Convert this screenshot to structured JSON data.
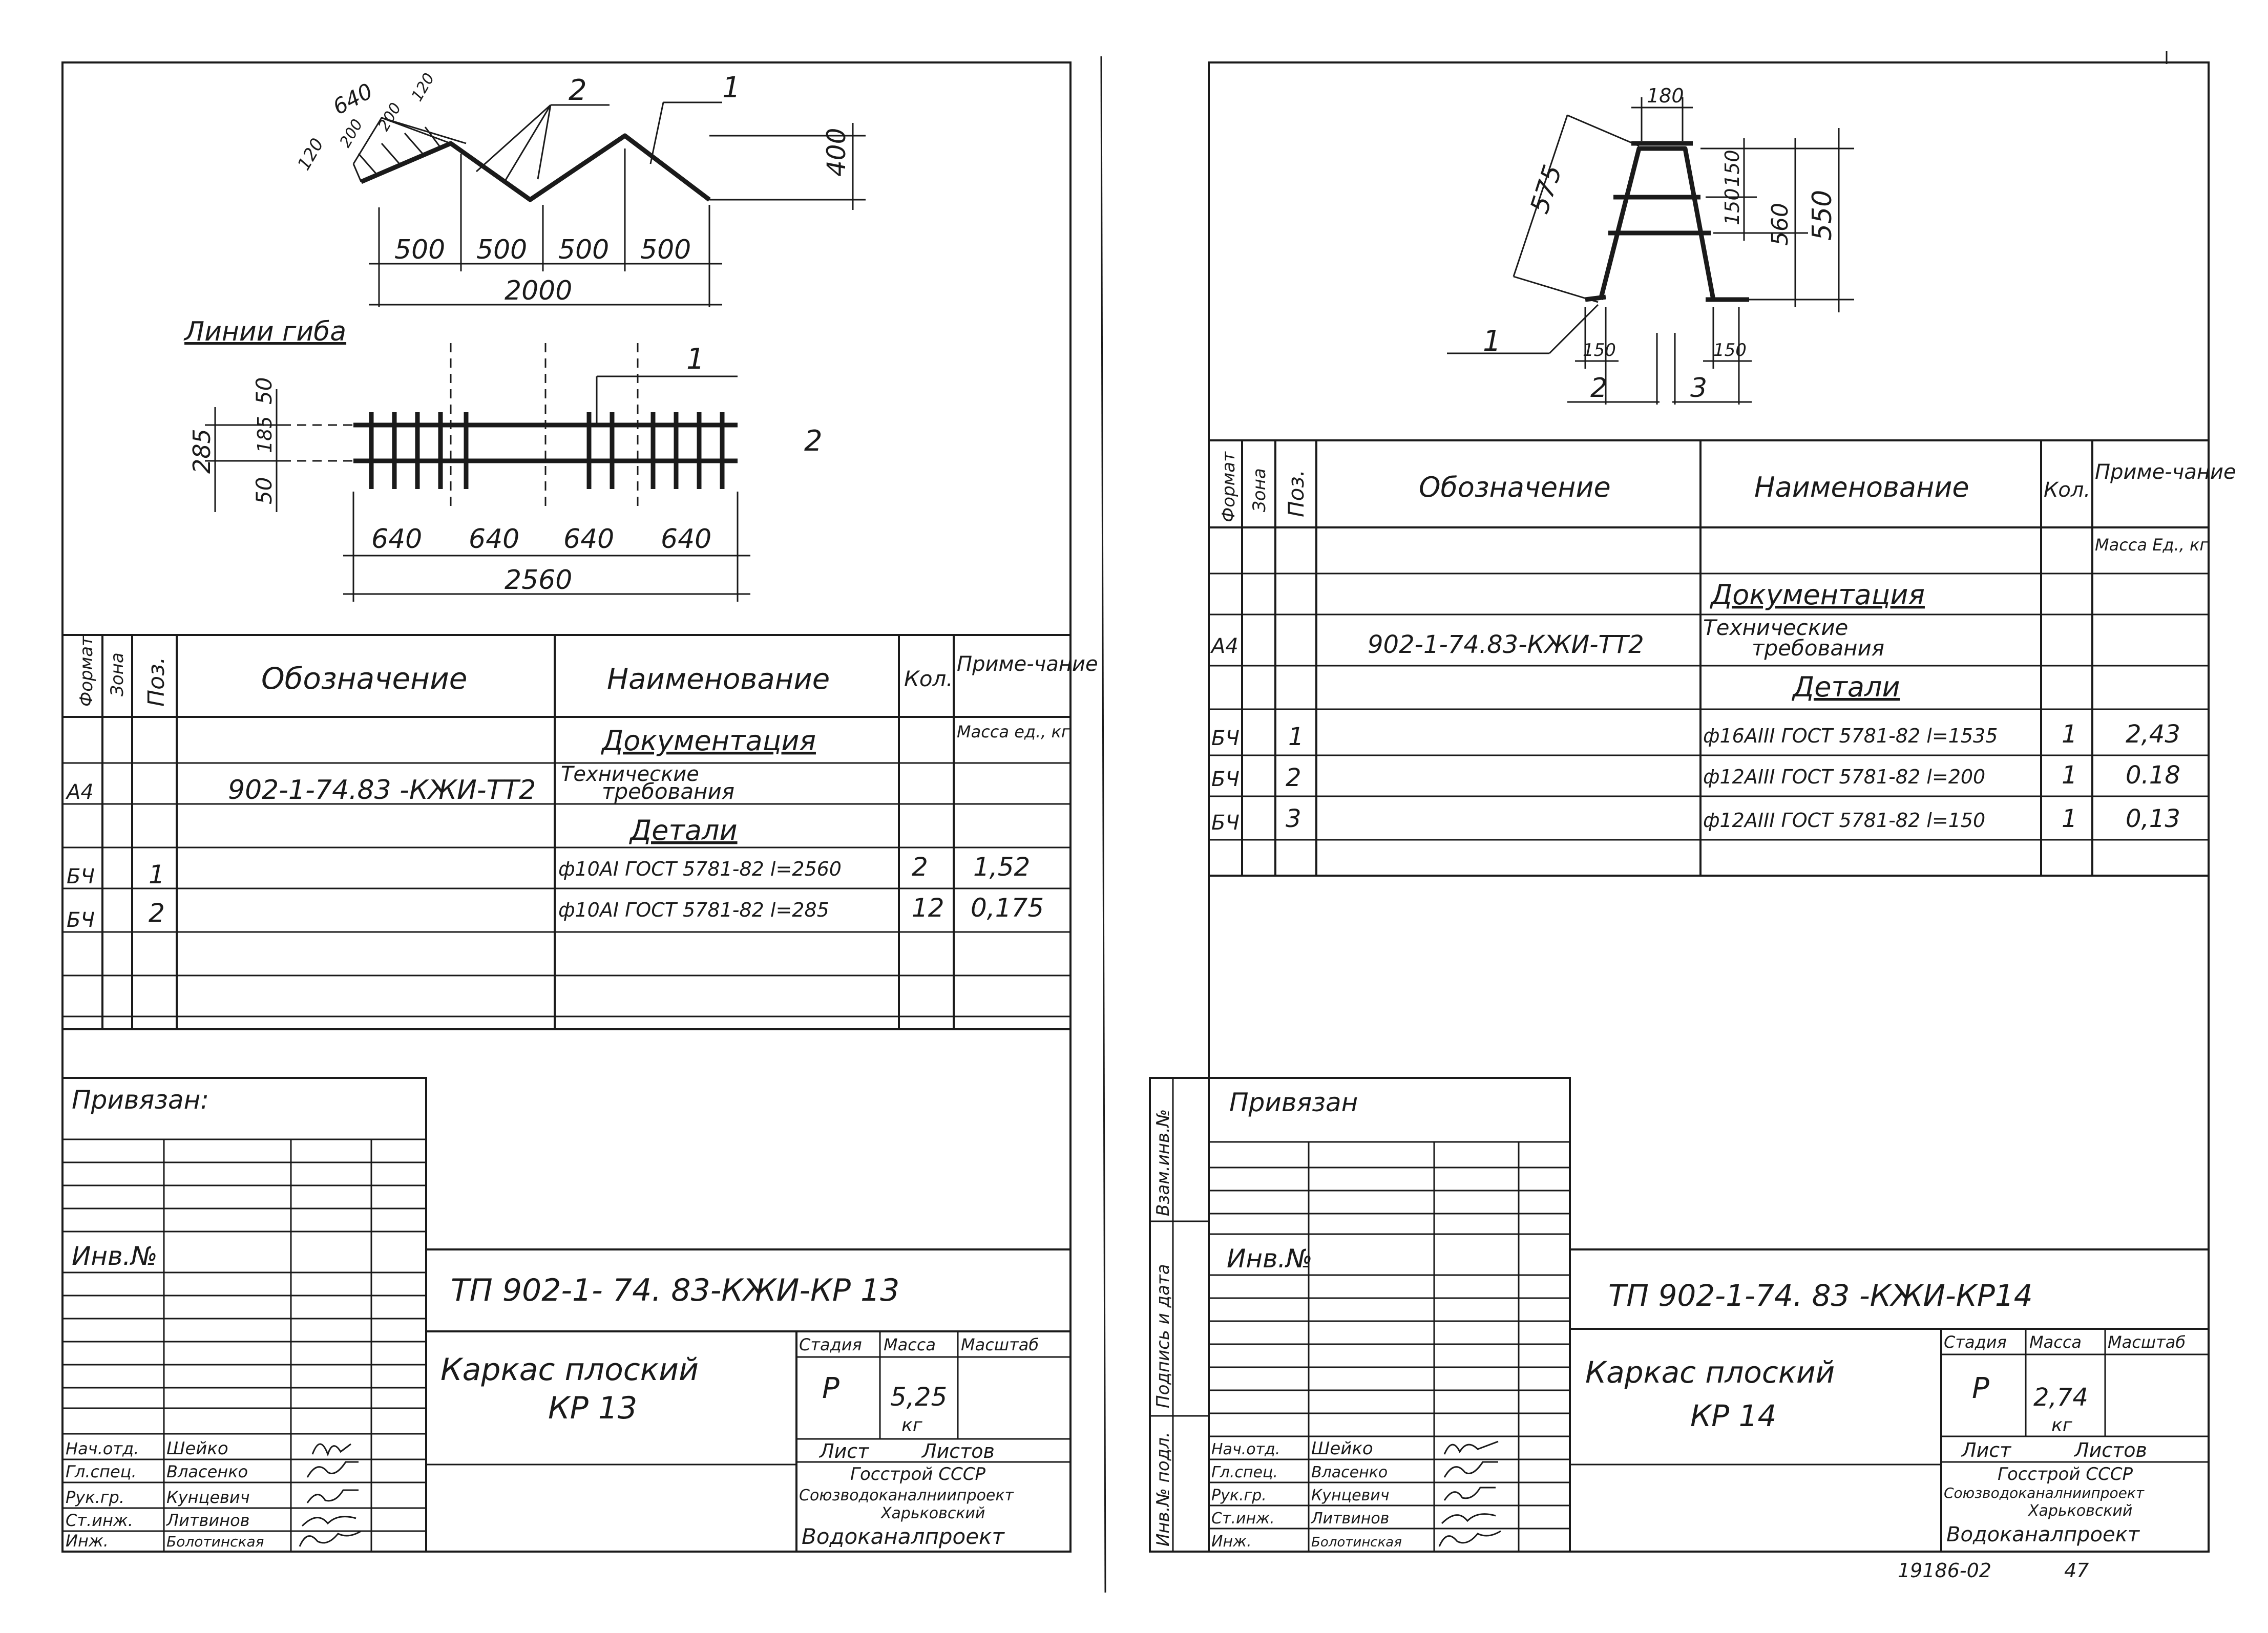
{
  "left": {
    "dims_top": {
      "a": "640",
      "b": "120",
      "c": "200",
      "d": "200",
      "e": "120",
      "h": "400",
      "s1": "500",
      "s2": "500",
      "s3": "500",
      "s4": "500",
      "total": "2000",
      "pos1": "1",
      "pos2": "2"
    },
    "bend_label": "Линии гиба",
    "plan_dims": {
      "v285": "285",
      "v50a": "50",
      "v185": "185",
      "v50b": "50",
      "p1": "640",
      "p2": "640",
      "p3": "640",
      "p4": "640",
      "total": "2560",
      "pos1": "1",
      "pos2": "2"
    },
    "spec": {
      "headers": [
        "Формат",
        "Зона",
        "Поз.",
        "Обозначение",
        "Наименование",
        "Кол.",
        "Приме-чание"
      ],
      "mass_note": "Масса ед., кг",
      "section_docs": "Документация",
      "doc_code": "902-1-74.83 -КЖИ-ТТ2",
      "doc_name_1": "Технические",
      "doc_name_2": "требования",
      "doc_format": "А4",
      "section_parts": "Детали",
      "rows": [
        {
          "format": "БЧ",
          "pos": "1",
          "name": "ф10АI ГОСТ 5781-82 l=2560",
          "qty": "2",
          "note": "1,52"
        },
        {
          "format": "БЧ",
          "pos": "2",
          "name": "ф10АI ГОСТ 5781-82 l=285",
          "qty": "12",
          "note": "0,175"
        }
      ]
    },
    "stamp": {
      "attached": "Привязан:",
      "inv": "Инв.№",
      "code": "ТП 902-1- 74. 83-КЖИ-КР 13",
      "title_1": "Каркас плоский",
      "title_2": "КР 13",
      "stage_h": "Стадия",
      "mass_h": "Масса",
      "scale_h": "Масштаб",
      "stage": "Р",
      "mass": "5,25",
      "mass_unit": "кг",
      "sheet_h": "Лист",
      "sheets_h": "Листов",
      "org_1": "Госстрой СССР",
      "org_2": "Союзводоканалниипроект",
      "org_3": "Харьковский",
      "org_4": "Водоканалпроект",
      "roles": [
        "Нач.отд.",
        "Гл.спец.",
        "Рук.гр.",
        "Ст.инж.",
        "Инж."
      ],
      "names": [
        "Шейко",
        "Власенко",
        "Кунцевич",
        "Литвинов",
        "Болотинская"
      ]
    }
  },
  "right": {
    "dims": {
      "top": "180",
      "slant": "575",
      "v150": "150",
      "v150b": "150",
      "v560": "560",
      "v550": "550",
      "b150l": "150",
      "b150r": "150",
      "pos1": "1",
      "pos2": "2",
      "pos3": "3"
    },
    "spec": {
      "headers": [
        "Формат",
        "Зона",
        "Поз.",
        "Обозначение",
        "Наименование",
        "Кол.",
        "Приме-чание"
      ],
      "mass_note": "Масса Ед., кг",
      "section_docs": "Документация",
      "doc_code": "902-1-74.83-КЖИ-ТТ2",
      "doc_name_1": "Технические",
      "doc_name_2": "требования",
      "doc_format": "А4",
      "section_parts": "Детали",
      "rows": [
        {
          "format": "БЧ",
          "pos": "1",
          "name": "ф16АIII ГОСТ 5781-82 l=1535",
          "qty": "1",
          "note": "2,43"
        },
        {
          "format": "БЧ",
          "pos": "2",
          "name": "ф12АIII ГОСТ 5781-82 l=200",
          "qty": "1",
          "note": "0.18"
        },
        {
          "format": "БЧ",
          "pos": "3",
          "name": "ф12АIII ГОСТ 5781-82 l=150",
          "qty": "1",
          "note": "0,13"
        }
      ]
    },
    "side_labels": [
      "Взам.инв.№",
      "Подпись и дата",
      "Инв.№ подл."
    ],
    "stamp": {
      "attached": "Привязан",
      "inv": "Инв.№",
      "code": "ТП 902-1-74. 83 -КЖИ-КР14",
      "title_1": "Каркас плоский",
      "title_2": "КР 14",
      "stage_h": "Стадия",
      "mass_h": "Масса",
      "scale_h": "Масштаб",
      "stage": "Р",
      "mass": "2,74",
      "mass_unit": "кг",
      "sheet_h": "Лист",
      "sheets_h": "Листов",
      "org_1": "Госстрой СССР",
      "org_2": "Союзводоканалниипроект",
      "org_3": "Харьковский",
      "org_4": "Водоканалпроект",
      "roles": [
        "Нач.отд.",
        "Гл.спец.",
        "Рук.гр.",
        "Ст.инж.",
        "Инж."
      ],
      "names": [
        "Шейко",
        "Власенко",
        "Кунцевич",
        "Литвинов",
        "Болотинская"
      ]
    },
    "footer": {
      "code": "19186-02",
      "page": "47"
    }
  }
}
